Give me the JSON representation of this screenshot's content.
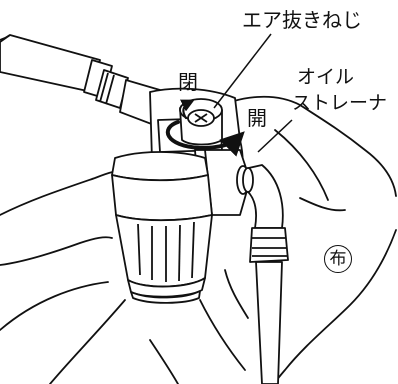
{
  "labels": {
    "bleed_screw": "エア抜きねじ",
    "close": "閉",
    "open": "開",
    "oil_strainer_line1": "オイル",
    "oil_strainer_line2": "ストレーナ",
    "cloth": "布"
  },
  "colors": {
    "line": "#111111",
    "arrow": "#111111",
    "background": "#ffffff"
  }
}
